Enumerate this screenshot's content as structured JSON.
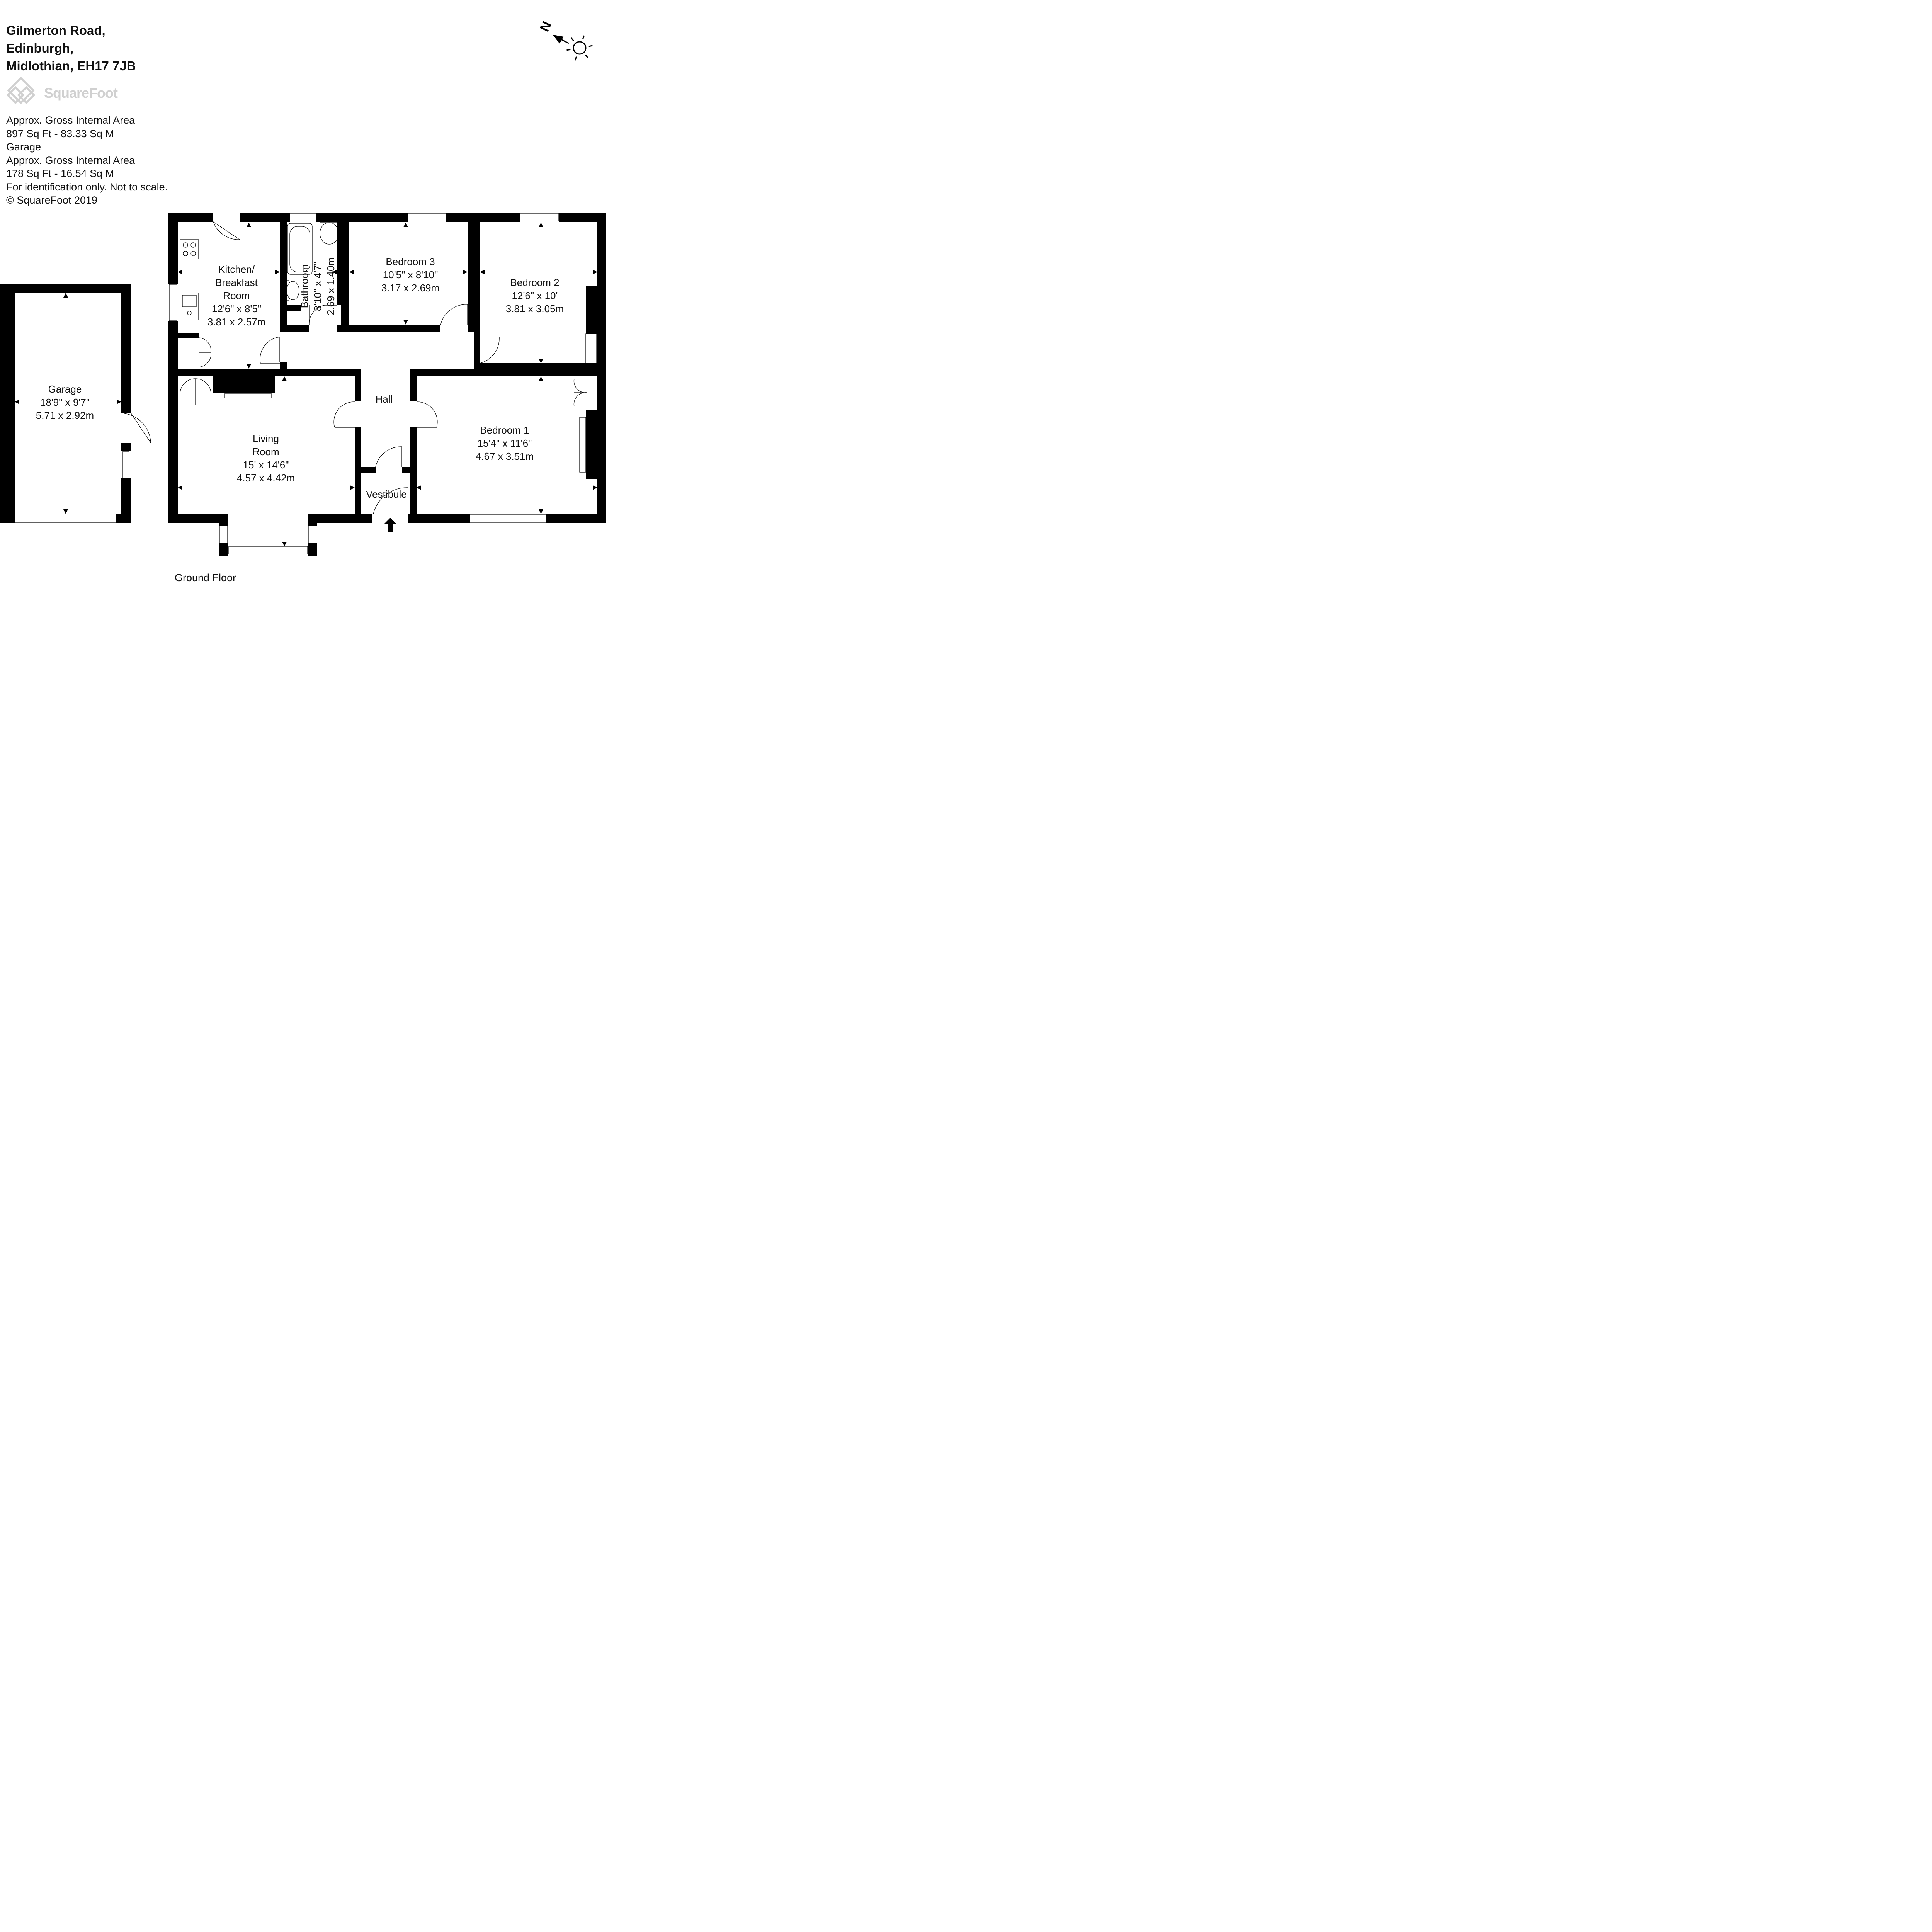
{
  "address": {
    "line1": "Gilmerton Road,",
    "line2": "Edinburgh,",
    "line3": "Midlothian, EH17 7JB"
  },
  "brand": {
    "name": "SquareFoot"
  },
  "area_info": {
    "line1": "Approx. Gross Internal Area",
    "line2": "897 Sq Ft  -  83.33 Sq M",
    "line3": "Garage",
    "line4": "Approx. Gross Internal Area",
    "line5": "178 Sq Ft  -  16.54 Sq M",
    "line6": "For identification only. Not to scale.",
    "line7": "© SquareFoot 2019"
  },
  "rooms": {
    "garage": {
      "name": "Garage",
      "imperial": "18'9\" x 9'7\"",
      "metric": "5.71 x 2.92m"
    },
    "kitchen": {
      "name1": "Kitchen/",
      "name2": "Breakfast",
      "name3": "Room",
      "imperial": "12'6\" x 8'5\"",
      "metric": "3.81 x 2.57m"
    },
    "bathroom": {
      "name": "Bathroom",
      "imperial": "8'10\" x 4'7\"",
      "metric": "2.69 x 1.40m"
    },
    "bedroom3": {
      "name": "Bedroom 3",
      "imperial": "10'5\" x 8'10\"",
      "metric": "3.17 x 2.69m"
    },
    "bedroom2": {
      "name": "Bedroom 2",
      "imperial": "12'6\" x 10'",
      "metric": "3.81 x 3.05m"
    },
    "hall": {
      "name": "Hall"
    },
    "living": {
      "name1": "Living",
      "name2": "Room",
      "imperial": "15' x 14'6\"",
      "metric": "4.57 x 4.42m"
    },
    "bedroom1": {
      "name": "Bedroom 1",
      "imperial": "15'4\" x 11'6\"",
      "metric": "4.67 x 3.51m"
    },
    "vestibule": {
      "name": "Vestibule"
    }
  },
  "compass": {
    "letter": "N",
    "icon": "north-arrow-sun-icon"
  },
  "floor_label": "Ground Floor",
  "colors": {
    "wall": "#000000",
    "background": "#ffffff",
    "logo": "#d0d0d0"
  }
}
